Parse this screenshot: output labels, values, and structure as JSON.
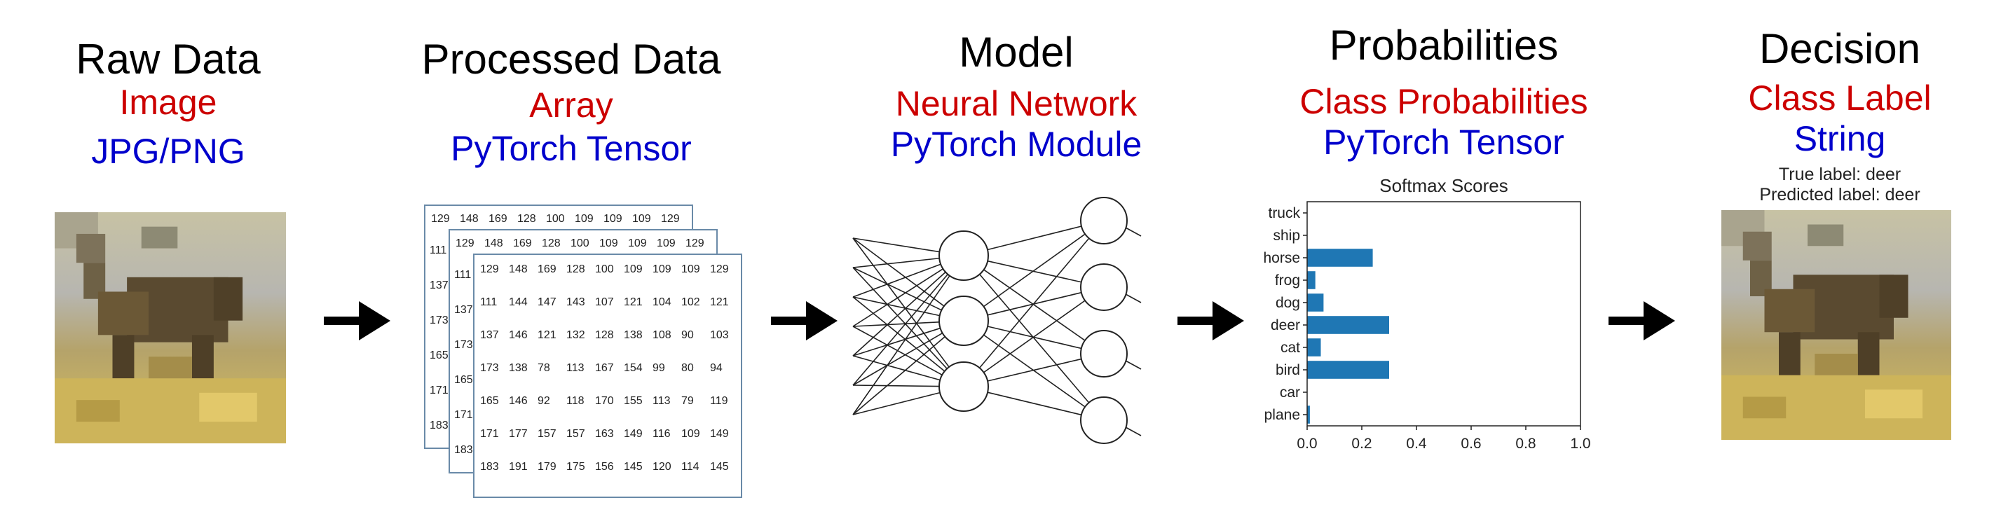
{
  "stages": [
    {
      "title": "Raw Data",
      "line1": "Image",
      "line2": "JPG/PNG"
    },
    {
      "title": "Processed Data",
      "line1": "Array",
      "line2": "PyTorch Tensor"
    },
    {
      "title": "Model",
      "line1": "Neural Network",
      "line2": "PyTorch Module"
    },
    {
      "title": "Probabilities",
      "line1": "Class Probabilities",
      "line2": "PyTorch Tensor"
    },
    {
      "title": "Decision",
      "line1": "Class Label",
      "line2": "String"
    }
  ],
  "colors": {
    "title": "#000000",
    "line1": "#cc0000",
    "line2": "#0000cc",
    "bar": "#1f77b4"
  },
  "tensor": {
    "front_rows": [
      [
        "129",
        "148",
        "169",
        "128",
        "100",
        "109",
        "109",
        "109",
        "129"
      ],
      [
        "111",
        "144",
        "147",
        "143",
        "107",
        "121",
        "104",
        "102",
        "121"
      ],
      [
        "137",
        "146",
        "121",
        "132",
        "128",
        "138",
        "108",
        "90",
        "103"
      ],
      [
        "173",
        "138",
        "78",
        "113",
        "167",
        "154",
        "99",
        "80",
        "94"
      ],
      [
        "165",
        "146",
        "92",
        "118",
        "170",
        "155",
        "113",
        "79",
        "119"
      ],
      [
        "171",
        "177",
        "157",
        "157",
        "163",
        "149",
        "116",
        "109",
        "149"
      ],
      [
        "183",
        "191",
        "179",
        "175",
        "156",
        "145",
        "120",
        "114",
        "145"
      ]
    ]
  },
  "decision": {
    "true_label": "True label: deer",
    "predicted_label": "Predicted label: deer"
  },
  "chart_data": {
    "type": "bar",
    "orientation": "horizontal",
    "title": "Softmax Scores",
    "categories": [
      "plane",
      "car",
      "bird",
      "cat",
      "deer",
      "dog",
      "frog",
      "horse",
      "ship",
      "truck"
    ],
    "values": [
      0.01,
      0.0,
      0.3,
      0.05,
      0.3,
      0.06,
      0.03,
      0.24,
      0.0,
      0.0
    ],
    "xlim": [
      0,
      1
    ],
    "xticks": [
      "0.0",
      "0.2",
      "0.4",
      "0.6",
      "0.8",
      "1.0"
    ]
  }
}
